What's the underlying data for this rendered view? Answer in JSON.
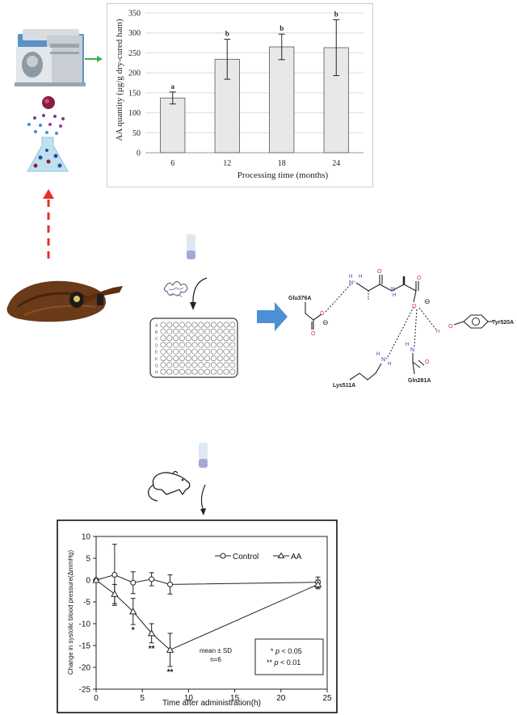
{
  "bar_chart": {
    "ylabel": "AA quantity (μg/g dry-cured ham)",
    "xlabel": "Processing time (months)",
    "y_ticks": [
      "0",
      "50",
      "100",
      "150",
      "200",
      "250",
      "300",
      "350"
    ]
  },
  "line_chart": {
    "ylabel": "Change in systolic blood pressure(ΔmmHg)",
    "xlabel": "Time after administration(h)",
    "y_ticks": [
      "10",
      "5",
      "0",
      "-5",
      "-10",
      "-15",
      "-20",
      "-25"
    ],
    "x_ticks": [
      "0",
      "5",
      "10",
      "15",
      "20",
      "25"
    ],
    "legend_control": "Control",
    "legend_aa": "AA",
    "stats_line1": "mean ± SD",
    "stats_line2": "n=6",
    "sig_line1_prefix": "* ",
    "sig_line1_p": "p",
    "sig_line1_suffix": " < 0.05",
    "sig_line2_prefix": "** ",
    "sig_line2_p": "p",
    "sig_line2_suffix": " < 0.01"
  },
  "docking": {
    "glu": "Glu376A",
    "lys": "Lys511A",
    "gln": "Gln281A",
    "tyr": "Tyr520A",
    "n_plus": "N⁺",
    "h": "H",
    "n": "N",
    "o": "O"
  },
  "plate": {
    "row_letters": [
      "A",
      "B",
      "C",
      "D",
      "E",
      "F",
      "G",
      "H"
    ]
  },
  "chart_data": [
    {
      "type": "bar",
      "categories": [
        "6",
        "12",
        "18",
        "24"
      ],
      "values": [
        137,
        234,
        265,
        263
      ],
      "errors": [
        15,
        50,
        32,
        70
      ],
      "significance": [
        "a",
        "b",
        "b",
        "b"
      ],
      "ylim": [
        0,
        350
      ],
      "grid": true,
      "bar_color": "#e8e8e8"
    },
    {
      "type": "line",
      "ylim": [
        -25,
        10
      ],
      "xlim": [
        0,
        25
      ],
      "legend_position": "top-right",
      "series": [
        {
          "name": "Control",
          "marker": "circle",
          "x": [
            0,
            2,
            4,
            6,
            8,
            24
          ],
          "y": [
            0,
            1.2,
            -0.6,
            0.2,
            -1.0,
            -0.5
          ],
          "err": [
            0,
            7,
            2.5,
            1.5,
            2.2,
            1.2
          ]
        },
        {
          "name": "AA",
          "marker": "triangle",
          "x": [
            0,
            2,
            4,
            6,
            8,
            24
          ],
          "y": [
            0,
            -3.2,
            -7.2,
            -12.2,
            -16.0,
            -1.0
          ],
          "err": [
            0,
            2.2,
            3.0,
            2.2,
            3.8,
            1.0
          ]
        }
      ],
      "annotations": [
        {
          "x": 4,
          "label": "*"
        },
        {
          "x": 6,
          "label": "**"
        },
        {
          "x": 8,
          "label": "**"
        }
      ]
    }
  ]
}
